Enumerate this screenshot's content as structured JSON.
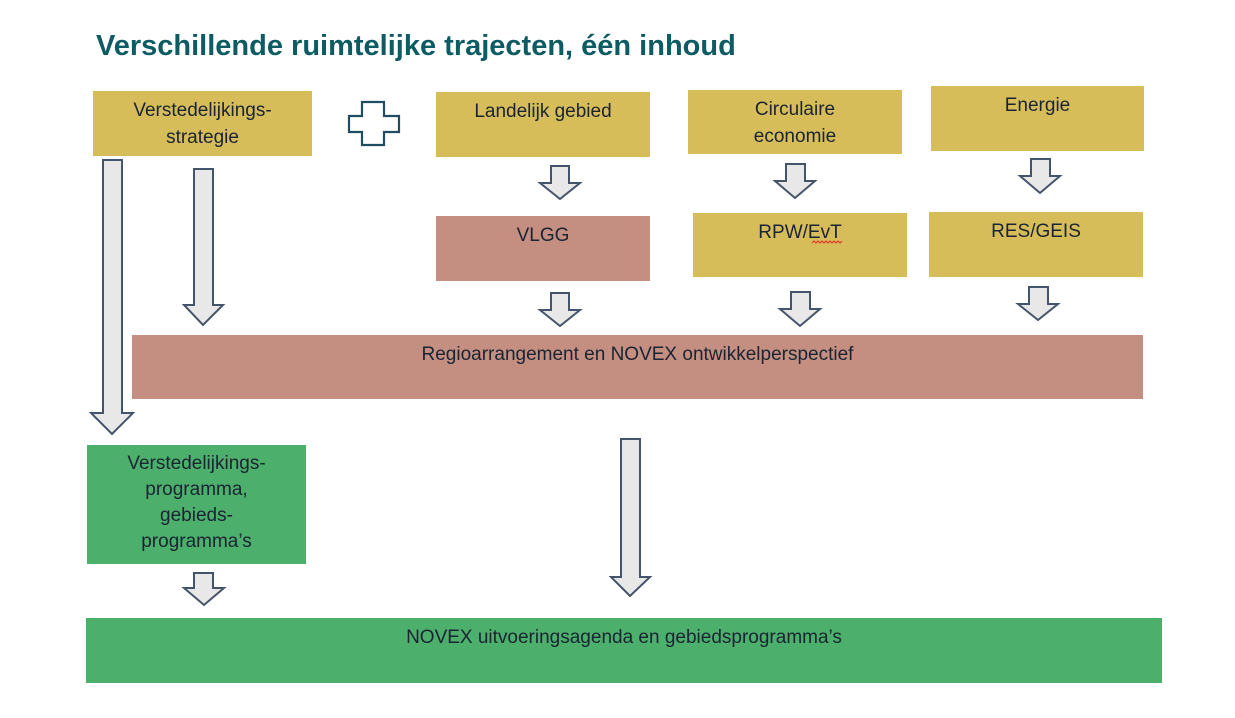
{
  "title": "Verschillende ruimtelijke trajecten, één inhoud",
  "boxes": {
    "verstedelijkingsstrategie": "Verstedelijkings-\nstrategie",
    "landelijk_gebied": "Landelijk gebied",
    "circulaire_economie": "Circulaire\neconomie",
    "energie": "Energie",
    "vlgg": "VLGG",
    "rpw_evt": "RPW/EvT",
    "res_geis": "RES/GEIS",
    "regioarrangement": "Regioarrangement en NOVEX ontwikkelperspectief",
    "verstedelijkingsprogramma": "Verstedelijkings-\nprogramma,\ngebieds-\nprogramma’s",
    "uitvoeringsagenda": "NOVEX uitvoeringsagenda en gebiedsprogramma’s"
  },
  "colors": {
    "title": "#0d5c63",
    "gold": "#d6bd5a",
    "rose": "#c48e80",
    "green": "#4caf6b",
    "arrow_fill": "#e8e8e8",
    "arrow_stroke": "#44546a"
  },
  "icons": [
    "plus-icon",
    "down-arrow-icon"
  ]
}
